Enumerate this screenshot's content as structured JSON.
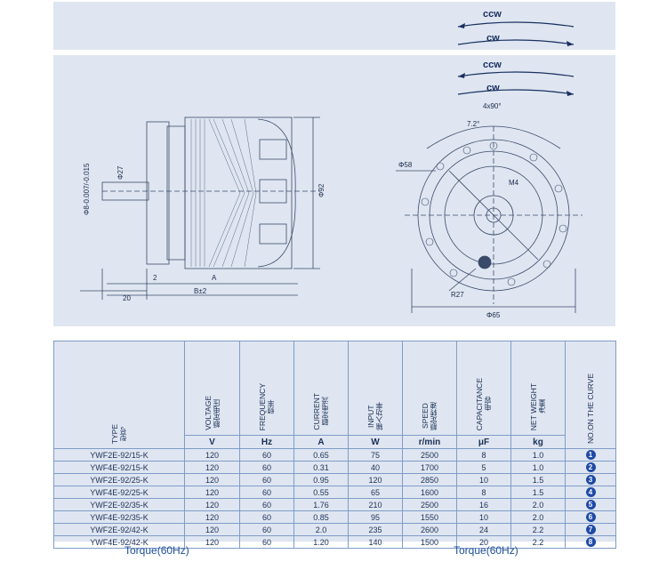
{
  "rotation": {
    "top": {
      "ccw": "ccw",
      "cw": "cw"
    },
    "bottom": {
      "ccw": "ccw",
      "cw": "cw"
    }
  },
  "side_view": {
    "dim_shaft_dia": "Φ8-0.007/-0.015",
    "dim_hub_dia": "Φ27",
    "dim_body_dia": "Φ92",
    "dim_shaft_len": "20",
    "dim_flange": "2",
    "dim_a": "A",
    "dim_b": "B±2"
  },
  "front_view": {
    "dim_pattern": "4x90°",
    "dim_angle": "7.2°",
    "dim_thread": "M4",
    "dim_bolt_circle": "Φ58",
    "dim_radius": "R27",
    "dim_outer": "Φ65"
  },
  "table": {
    "columns": [
      {
        "en": "TYPE",
        "cn": "型号",
        "unit": ""
      },
      {
        "en": "VOLTAGE",
        "cn": "额定电压",
        "unit": "V"
      },
      {
        "en": "FREQUENCY",
        "cn": "频率",
        "unit": "Hz"
      },
      {
        "en": "CURRENT",
        "cn": "额定电流",
        "unit": "A"
      },
      {
        "en": "INPUT",
        "cn": "输入功率",
        "unit": "W"
      },
      {
        "en": "SPEED",
        "cn": "额定转速",
        "unit": "r/min"
      },
      {
        "en": "CAPACITANCE",
        "cn": "电容",
        "unit": "μF"
      },
      {
        "en": "NET WEIGHT",
        "cn": "净重",
        "unit": "kg"
      },
      {
        "en": "NO.ON THE CURVE",
        "cn": "",
        "unit": ""
      }
    ],
    "rows": [
      [
        "YWF2E-92/15-K",
        "120",
        "60",
        "0.65",
        "75",
        "2500",
        "8",
        "1.0",
        "1"
      ],
      [
        "YWF4E-92/15-K",
        "120",
        "60",
        "0.31",
        "40",
        "1700",
        "5",
        "1.0",
        "2"
      ],
      [
        "YWF2E-92/25-K",
        "120",
        "60",
        "0.95",
        "120",
        "2850",
        "10",
        "1.5",
        "3"
      ],
      [
        "YWF4E-92/25-K",
        "120",
        "60",
        "0.55",
        "65",
        "1600",
        "8",
        "1.5",
        "4"
      ],
      [
        "YWF2E-92/35-K",
        "120",
        "60",
        "1.76",
        "210",
        "2500",
        "16",
        "2.0",
        "5"
      ],
      [
        "YWF4E-92/35-K",
        "120",
        "60",
        "0.85",
        "95",
        "1550",
        "10",
        "2.0",
        "6"
      ],
      [
        "YWF2E-92/42-K",
        "120",
        "60",
        "2.0",
        "235",
        "2600",
        "24",
        "2.2",
        "7"
      ],
      [
        "YWF4E-92/42-K",
        "120",
        "60",
        "1.20",
        "140",
        "1500",
        "20",
        "2.2",
        "8"
      ]
    ]
  },
  "footer": {
    "left": "Torque(60Hz)",
    "right": "Torque(60Hz)"
  }
}
